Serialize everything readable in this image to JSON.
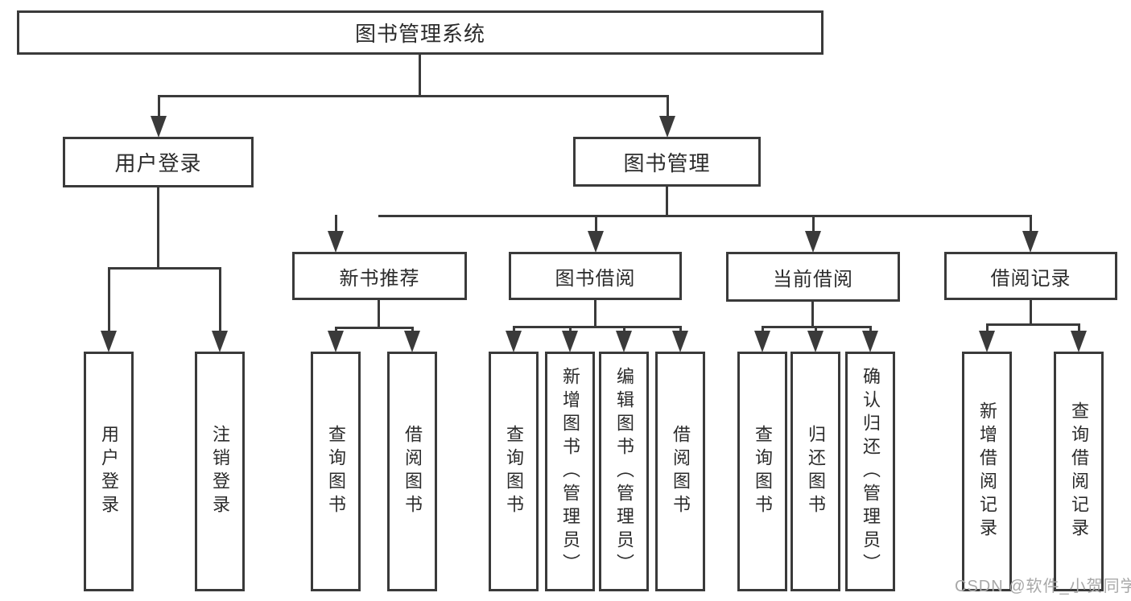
{
  "tree": {
    "root": {
      "label": "图书管理系统"
    },
    "branches": [
      {
        "label": "用户登录",
        "children": [
          {
            "label": "用户登录"
          },
          {
            "label": "注销登录"
          }
        ]
      },
      {
        "label": "图书管理",
        "children": [
          {
            "label": "新书推荐",
            "children": [
              {
                "label": "查询图书"
              },
              {
                "label": "借阅图书"
              }
            ]
          },
          {
            "label": "图书借阅",
            "children": [
              {
                "label": "查询图书"
              },
              {
                "label": "新增图书（管理员）"
              },
              {
                "label": "编辑图书（管理员）"
              },
              {
                "label": "借阅图书"
              }
            ]
          },
          {
            "label": "当前借阅",
            "children": [
              {
                "label": "查询图书"
              },
              {
                "label": "归还图书"
              },
              {
                "label": "确认归还（管理员）"
              }
            ]
          },
          {
            "label": "借阅记录",
            "children": [
              {
                "label": "新增借阅记录"
              },
              {
                "label": "查询借阅记录"
              }
            ]
          }
        ]
      }
    ]
  },
  "icons": {
    "arrowhead": "filled-down-triangle"
  },
  "watermark": "CSDN @软件_小贺同学",
  "colors": {
    "line": "#3a3a3a",
    "text": "#2b2b2b",
    "watermark": "#a8a8a8",
    "background": "#ffffff"
  }
}
